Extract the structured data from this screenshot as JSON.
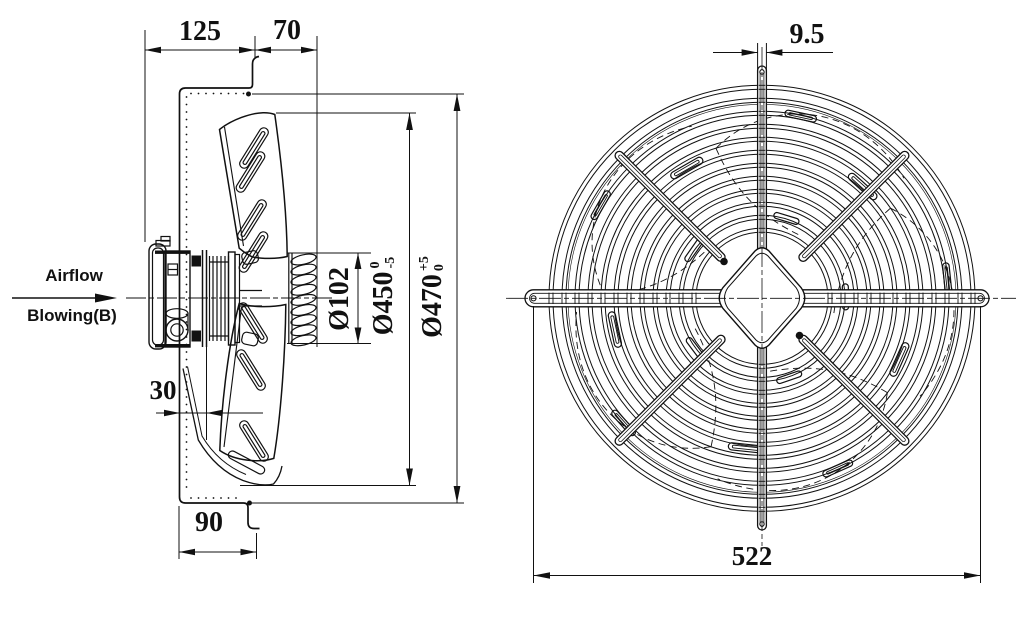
{
  "drawing": {
    "left_view": {
      "airflow_label": "Airflow",
      "blowing_label": "Blowing(B)",
      "dims": {
        "d125": "125",
        "d70": "70",
        "d30": "30",
        "d90": "90",
        "d102": "Ø102",
        "d450": "Ø450",
        "d450_tol_up": "0",
        "d450_tol_low": "-5",
        "d470": "Ø470",
        "d470_tol_up": "+5",
        "d470_tol_low": "0"
      }
    },
    "right_view": {
      "dims": {
        "d9_5": "9.5",
        "d522": "522"
      }
    },
    "colors": {
      "line": "#111111",
      "background": "#ffffff"
    }
  }
}
